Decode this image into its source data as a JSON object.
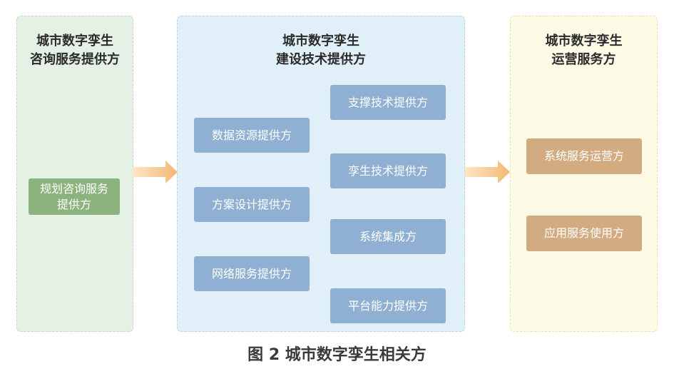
{
  "panels": {
    "consulting": {
      "title_line1": "城市数字孪生",
      "title_line2": "咨询服务提供方",
      "items": [
        "规划咨询服务",
        "提供方"
      ]
    },
    "construction": {
      "title_line1": "城市数字孪生",
      "title_line2": "建设技术提供方",
      "left_items": [
        "数据资源提供方",
        "方案设计提供方",
        "网络服务提供方"
      ],
      "right_items": [
        "支撑技术提供方",
        "孪生技术提供方",
        "系统集成方",
        "平台能力提供方"
      ]
    },
    "operation": {
      "title_line1": "城市数字孪生",
      "title_line2": "运营服务方",
      "items": [
        "系统服务运营方",
        "应用服务使用方"
      ]
    }
  },
  "caption": "图 2 城市数字孪生相关方",
  "colors": {
    "consulting_bg": "#e5f1e4",
    "consulting_border": "#bfdcbd",
    "construction_bg": "#e0eff8",
    "construction_border": "#b7d6ea",
    "operation_bg": "#fdfbe6",
    "operation_border": "#eedfb0",
    "box_blue": "#8fb0d2",
    "box_green": "#8cb27e",
    "box_tan": "#d2ab80",
    "arrow": "#f3c07e"
  }
}
